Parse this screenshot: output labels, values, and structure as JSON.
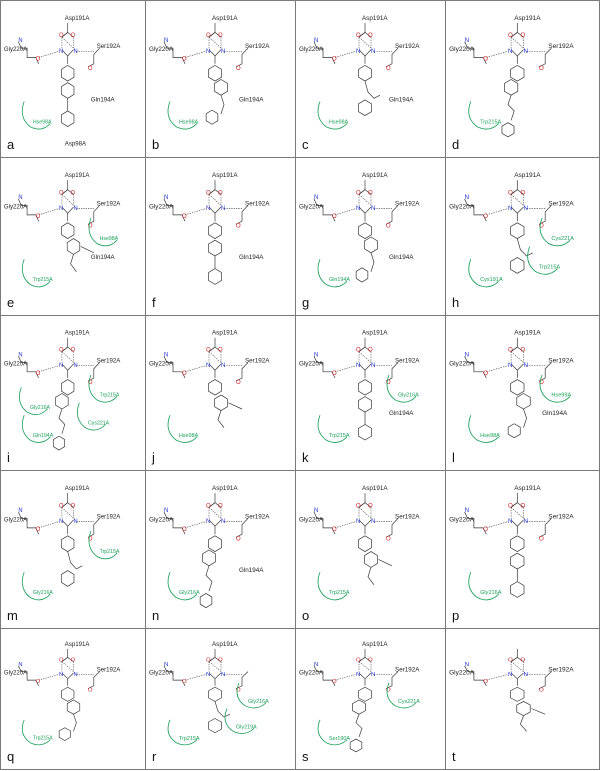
{
  "panels": [
    {
      "letter": "a",
      "labels": [
        "Asp191A",
        "Gly220A",
        "Ser192A",
        "Gln194A",
        "Asp98A"
      ],
      "hydrophobic": [
        "Hse98A"
      ]
    },
    {
      "letter": "b",
      "labels": [
        "Asp191A",
        "Gly220A",
        "Ser192A",
        "Gln194A"
      ],
      "hydrophobic": [
        "Hse98A"
      ]
    },
    {
      "letter": "c",
      "labels": [
        "Asp191A",
        "Gly220A",
        "Ser192A",
        "Gln194A"
      ],
      "hydrophobic": [
        "Hse98A"
      ]
    },
    {
      "letter": "d",
      "labels": [
        "Asp191A",
        "Gly220A",
        "Ser192A"
      ],
      "hydrophobic": [
        "Trp215A"
      ]
    },
    {
      "letter": "e",
      "labels": [
        "Asp191A",
        "Gly220A",
        "Ser192A",
        "Gln194A"
      ],
      "hydrophobic": [
        "Trp215A",
        "Hse98A"
      ]
    },
    {
      "letter": "f",
      "labels": [
        "Asp191A",
        "Gly220A",
        "Ser192A",
        "Gln194A"
      ],
      "hydrophobic": []
    },
    {
      "letter": "g",
      "labels": [
        "Asp191A",
        "Gly220A",
        "Ser192A",
        "Gln194A"
      ],
      "hydrophobic": [
        "Gln194A"
      ]
    },
    {
      "letter": "h",
      "labels": [
        "Asp191A",
        "Gly220A",
        "Ser192A"
      ],
      "hydrophobic": [
        "Cys191A",
        "Cys221A",
        "Trp215A"
      ]
    },
    {
      "letter": "i",
      "labels": [
        "Asp191A",
        "Gly220A",
        "Ser192A"
      ],
      "hydrophobic": [
        "Gln194A",
        "Trp215A",
        "Cys221A",
        "Gly216A"
      ]
    },
    {
      "letter": "j",
      "labels": [
        "Asp191A",
        "Gly220A",
        "Ser192A"
      ],
      "hydrophobic": [
        "Hse98A"
      ]
    },
    {
      "letter": "k",
      "labels": [
        "Asp191A",
        "Gly220A",
        "Ser192A",
        "Gln194A"
      ],
      "hydrophobic": [
        "Trp215A",
        "Gly216A"
      ]
    },
    {
      "letter": "l",
      "labels": [
        "Asp191A",
        "Gly220A",
        "Ser192A",
        "Gln194A"
      ],
      "hydrophobic": [
        "Hse98A",
        "Hse99A"
      ]
    },
    {
      "letter": "m",
      "labels": [
        "Asp191A",
        "Gly220A",
        "Ser192A"
      ],
      "hydrophobic": [
        "Gly216A",
        "Trp215A"
      ]
    },
    {
      "letter": "n",
      "labels": [
        "Asp191A",
        "Gly220A",
        "Ser192A",
        "Gln194A"
      ],
      "hydrophobic": [
        "Gly216A"
      ]
    },
    {
      "letter": "o",
      "labels": [
        "Asp191A",
        "Gly220A",
        "Ser192A"
      ],
      "hydrophobic": [
        "Trp215A"
      ]
    },
    {
      "letter": "p",
      "labels": [
        "Asp191A",
        "Gly220A",
        "Ser192A"
      ],
      "hydrophobic": [
        "Gly216A"
      ]
    },
    {
      "letter": "q",
      "labels": [
        "Asp191A",
        "Gly220A",
        "Ser192A"
      ],
      "hydrophobic": [
        "Trp215A"
      ]
    },
    {
      "letter": "r",
      "labels": [
        "Asp191A",
        "Gly220A"
      ],
      "hydrophobic": [
        "Trp215A",
        "Gly216A",
        "Gly219A"
      ]
    },
    {
      "letter": "s",
      "labels": [
        "Asp191A",
        "Gly220A",
        "Ser192A"
      ],
      "hydrophobic": [
        "Ser190A",
        "Cys221A"
      ]
    },
    {
      "letter": "t",
      "labels": [
        "Gly220A",
        "Ser192A"
      ],
      "hydrophobic": []
    }
  ],
  "colors": {
    "frame": "#7a7a7a",
    "bond": "#333333",
    "nitrogen": "#2233cc",
    "oxygen": "#cc2222",
    "hydrophobic": "#1aa05a"
  }
}
